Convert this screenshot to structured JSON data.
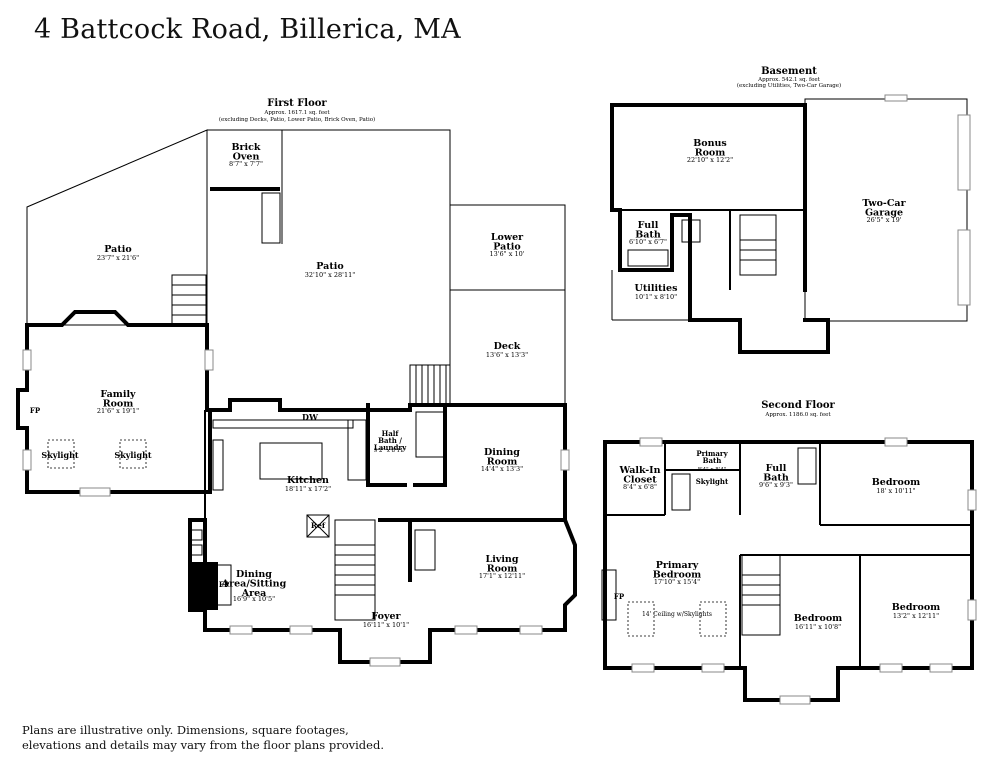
{
  "title": "4 Battcock Road, Billerica, MA",
  "disclaimer": "Plans are illustrative only. Dimensions, square footages, elevations and details may vary from the floor plans provided.",
  "floors": {
    "first": {
      "name": "First Floor",
      "area": "Approx. 1617.1 sq. feet",
      "note": "(excluding Decks, Patio, Lower Patio, Brick Oven, Patio)",
      "rooms": {
        "brick_oven": {
          "name": "Brick Oven",
          "dim": "8'7\" x 7'7\""
        },
        "patio_left": {
          "name": "Patio",
          "dim": "23'7\" x 21'6\""
        },
        "patio_center": {
          "name": "Patio",
          "dim": "32'10\" x 28'11\""
        },
        "lower_patio": {
          "name": "Lower Patio",
          "dim": "13'6\" x 10'"
        },
        "deck": {
          "name": "Deck",
          "dim": "13'6\" x 13'3\""
        },
        "family_room": {
          "name": "Family Room",
          "dim": "21'6\" x 19'1\""
        },
        "kitchen": {
          "name": "Kitchen",
          "dim": "18'11\" x 17'2\""
        },
        "half_bath": {
          "name": "Half Bath / Laundry",
          "dim": "9'2\" x 8'11\""
        },
        "dining_room": {
          "name": "Dining Room",
          "dim": "14'4\" x 13'3\""
        },
        "living_room": {
          "name": "Living Room",
          "dim": "17'1\" x 12'11\""
        },
        "dining_area": {
          "name": "Dining Area/Sitting Area",
          "dim": "16'9\" x 10'5\""
        },
        "foyer": {
          "name": "Foyer",
          "dim": "16'11\" x 10'1\""
        }
      },
      "labels": {
        "fp": "FP",
        "skylight": "Skylight",
        "dw": "DW",
        "ref": "Ref"
      }
    },
    "basement": {
      "name": "Basement",
      "area": "Approx. 542.1 sq. feet",
      "note": "(excluding Utilities, Two-Car Garage)",
      "rooms": {
        "bonus_room": {
          "name": "Bonus Room",
          "dim": "22'10\" x 12'2\""
        },
        "full_bath": {
          "name": "Full Bath",
          "dim": "6'10\" x 6'7\""
        },
        "utilities": {
          "name": "Utilities",
          "dim": "10'1\" x 8'10\""
        },
        "garage": {
          "name": "Two-Car Garage",
          "dim": "26'5\" x 19'"
        }
      }
    },
    "second": {
      "name": "Second Floor",
      "area": "Approx. 1186.0 sq. feet",
      "rooms": {
        "walk_in": {
          "name": "Walk-In Closet",
          "dim": "8'4\" x 6'8\""
        },
        "primary_bath": {
          "name": "Primary Bath",
          "dim": "8'4\" x 8'4\""
        },
        "full_bath": {
          "name": "Full Bath",
          "dim": "9'6\" x 9'3\""
        },
        "bedroom_ne": {
          "name": "Bedroom",
          "dim": "18' x 10'11\""
        },
        "primary_bedroom": {
          "name": "Primary Bedroom",
          "dim": "17'10\" x 15'4\""
        },
        "bedroom_s": {
          "name": "Bedroom",
          "dim": "16'11\" x 10'8\""
        },
        "bedroom_se": {
          "name": "Bedroom",
          "dim": "13'2\" x 12'11\""
        }
      },
      "labels": {
        "fp": "FP",
        "skylight": "Skylight",
        "ceiling": "14' Ceiling w/Skylights"
      }
    }
  }
}
